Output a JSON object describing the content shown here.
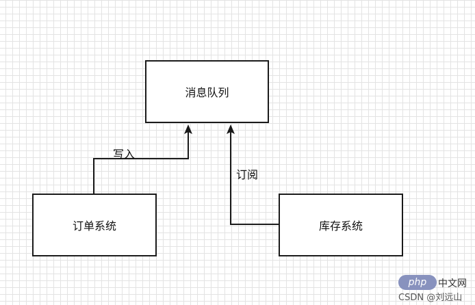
{
  "nodes": {
    "message_queue": "消息队列",
    "order_system": "订单系统",
    "inventory_system": "库存系统"
  },
  "edges": {
    "write": "写入",
    "subscribe": "订阅"
  },
  "watermark": {
    "logo": "php",
    "site": "中文网",
    "credit": "CSDN @刘远山"
  },
  "colors": {
    "stroke": "#1a1a1a",
    "grid": "#e3e3e3",
    "background": "#ffffff"
  }
}
